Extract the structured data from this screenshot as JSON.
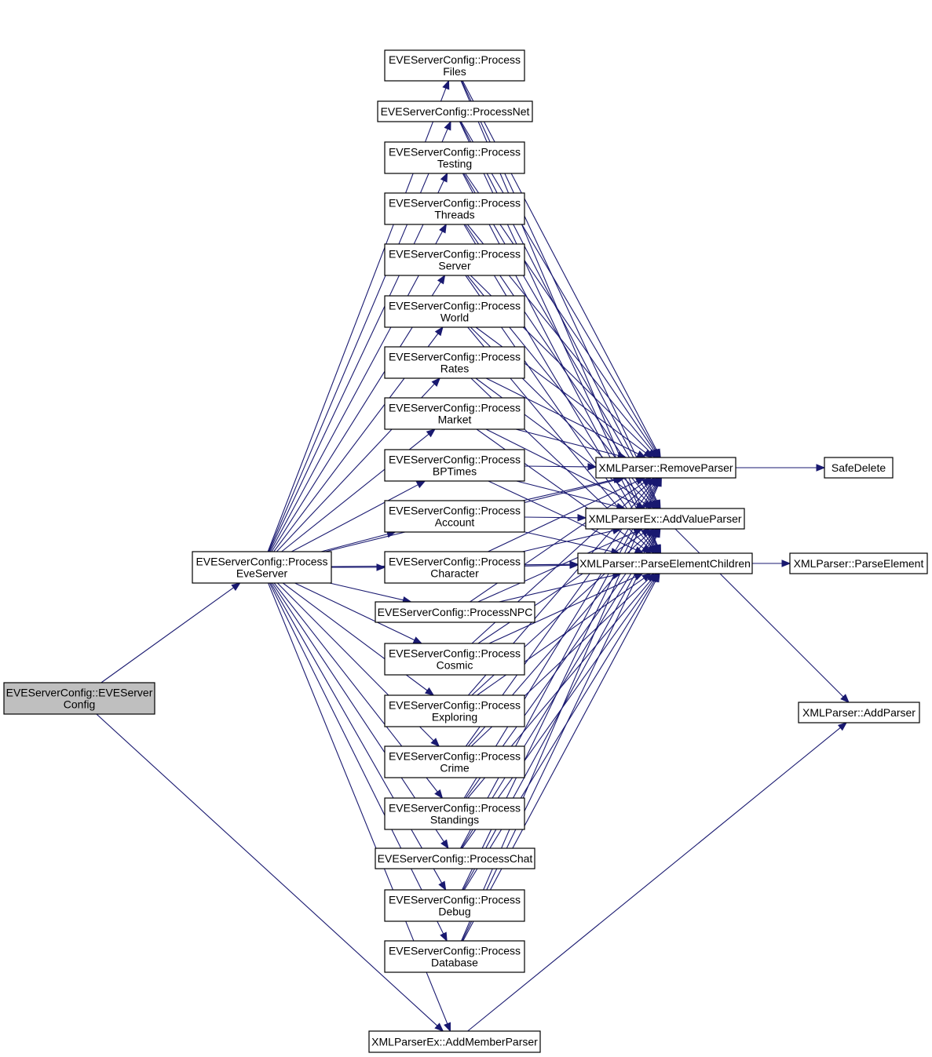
{
  "colors": {
    "edge": "#191970",
    "node_border": "#000000",
    "node_fill": "#ffffff",
    "root_fill": "#bfbfbf",
    "background": "#ffffff"
  },
  "nodes": [
    {
      "id": "root",
      "lines": [
        "EVEServerConfig::EVEServer",
        "Config"
      ]
    },
    {
      "id": "pes",
      "lines": [
        "EVEServerConfig::Process",
        "EveServer"
      ]
    },
    {
      "id": "files",
      "lines": [
        "EVEServerConfig::Process",
        "Files"
      ]
    },
    {
      "id": "net",
      "lines": [
        "EVEServerConfig::ProcessNet"
      ]
    },
    {
      "id": "testing",
      "lines": [
        "EVEServerConfig::Process",
        "Testing"
      ]
    },
    {
      "id": "threads",
      "lines": [
        "EVEServerConfig::Process",
        "Threads"
      ]
    },
    {
      "id": "server",
      "lines": [
        "EVEServerConfig::Process",
        "Server"
      ]
    },
    {
      "id": "world",
      "lines": [
        "EVEServerConfig::Process",
        "World"
      ]
    },
    {
      "id": "rates",
      "lines": [
        "EVEServerConfig::Process",
        "Rates"
      ]
    },
    {
      "id": "market",
      "lines": [
        "EVEServerConfig::Process",
        "Market"
      ]
    },
    {
      "id": "bptimes",
      "lines": [
        "EVEServerConfig::Process",
        "BPTimes"
      ]
    },
    {
      "id": "account",
      "lines": [
        "EVEServerConfig::Process",
        "Account"
      ]
    },
    {
      "id": "character",
      "lines": [
        "EVEServerConfig::Process",
        "Character"
      ]
    },
    {
      "id": "npc",
      "lines": [
        "EVEServerConfig::ProcessNPC"
      ]
    },
    {
      "id": "cosmic",
      "lines": [
        "EVEServerConfig::Process",
        "Cosmic"
      ]
    },
    {
      "id": "exploring",
      "lines": [
        "EVEServerConfig::Process",
        "Exploring"
      ]
    },
    {
      "id": "crime",
      "lines": [
        "EVEServerConfig::Process",
        "Crime"
      ]
    },
    {
      "id": "standings",
      "lines": [
        "EVEServerConfig::Process",
        "Standings"
      ]
    },
    {
      "id": "chat",
      "lines": [
        "EVEServerConfig::ProcessChat"
      ]
    },
    {
      "id": "debug",
      "lines": [
        "EVEServerConfig::Process",
        "Debug"
      ]
    },
    {
      "id": "database",
      "lines": [
        "EVEServerConfig::Process",
        "Database"
      ]
    },
    {
      "id": "amp",
      "lines": [
        "XMLParserEx::AddMemberParser"
      ]
    },
    {
      "id": "rp",
      "lines": [
        "XMLParser::RemoveParser"
      ]
    },
    {
      "id": "avp",
      "lines": [
        "XMLParserEx::AddValueParser"
      ]
    },
    {
      "id": "pec",
      "lines": [
        "XMLParser::ParseElementChildren"
      ]
    },
    {
      "id": "sd",
      "lines": [
        "SafeDelete"
      ]
    },
    {
      "id": "pe",
      "lines": [
        "XMLParser::ParseElement"
      ]
    },
    {
      "id": "ap",
      "lines": [
        "XMLParser::AddParser"
      ]
    }
  ],
  "edges": [
    [
      "root",
      "pes"
    ],
    [
      "root",
      "amp"
    ],
    [
      "pes",
      "files"
    ],
    [
      "pes",
      "net"
    ],
    [
      "pes",
      "testing"
    ],
    [
      "pes",
      "threads"
    ],
    [
      "pes",
      "server"
    ],
    [
      "pes",
      "world"
    ],
    [
      "pes",
      "rates"
    ],
    [
      "pes",
      "market"
    ],
    [
      "pes",
      "bptimes"
    ],
    [
      "pes",
      "account"
    ],
    [
      "pes",
      "character"
    ],
    [
      "pes",
      "npc"
    ],
    [
      "pes",
      "cosmic"
    ],
    [
      "pes",
      "exploring"
    ],
    [
      "pes",
      "crime"
    ],
    [
      "pes",
      "standings"
    ],
    [
      "pes",
      "chat"
    ],
    [
      "pes",
      "debug"
    ],
    [
      "pes",
      "database"
    ],
    [
      "pes",
      "amp"
    ],
    [
      "pes",
      "rp"
    ],
    [
      "pes",
      "pec"
    ],
    [
      "files",
      "rp"
    ],
    [
      "files",
      "avp"
    ],
    [
      "files",
      "pec"
    ],
    [
      "net",
      "rp"
    ],
    [
      "net",
      "avp"
    ],
    [
      "net",
      "pec"
    ],
    [
      "testing",
      "rp"
    ],
    [
      "testing",
      "avp"
    ],
    [
      "testing",
      "pec"
    ],
    [
      "threads",
      "rp"
    ],
    [
      "threads",
      "avp"
    ],
    [
      "threads",
      "pec"
    ],
    [
      "server",
      "rp"
    ],
    [
      "server",
      "avp"
    ],
    [
      "server",
      "pec"
    ],
    [
      "world",
      "rp"
    ],
    [
      "world",
      "avp"
    ],
    [
      "world",
      "pec"
    ],
    [
      "rates",
      "rp"
    ],
    [
      "rates",
      "avp"
    ],
    [
      "rates",
      "pec"
    ],
    [
      "market",
      "rp"
    ],
    [
      "market",
      "avp"
    ],
    [
      "market",
      "pec"
    ],
    [
      "bptimes",
      "rp"
    ],
    [
      "bptimes",
      "avp"
    ],
    [
      "bptimes",
      "pec"
    ],
    [
      "account",
      "rp"
    ],
    [
      "account",
      "avp"
    ],
    [
      "account",
      "pec"
    ],
    [
      "character",
      "rp"
    ],
    [
      "character",
      "avp"
    ],
    [
      "character",
      "pec"
    ],
    [
      "npc",
      "rp"
    ],
    [
      "npc",
      "avp"
    ],
    [
      "npc",
      "pec"
    ],
    [
      "cosmic",
      "rp"
    ],
    [
      "cosmic",
      "avp"
    ],
    [
      "cosmic",
      "pec"
    ],
    [
      "exploring",
      "rp"
    ],
    [
      "exploring",
      "avp"
    ],
    [
      "exploring",
      "pec"
    ],
    [
      "crime",
      "rp"
    ],
    [
      "crime",
      "avp"
    ],
    [
      "crime",
      "pec"
    ],
    [
      "standings",
      "rp"
    ],
    [
      "standings",
      "avp"
    ],
    [
      "standings",
      "pec"
    ],
    [
      "chat",
      "rp"
    ],
    [
      "chat",
      "avp"
    ],
    [
      "chat",
      "pec"
    ],
    [
      "debug",
      "rp"
    ],
    [
      "debug",
      "avp"
    ],
    [
      "debug",
      "pec"
    ],
    [
      "database",
      "rp"
    ],
    [
      "database",
      "avp"
    ],
    [
      "database",
      "pec"
    ],
    [
      "rp",
      "sd"
    ],
    [
      "avp",
      "ap"
    ],
    [
      "pec",
      "pe"
    ],
    [
      "amp",
      "ap"
    ]
  ]
}
